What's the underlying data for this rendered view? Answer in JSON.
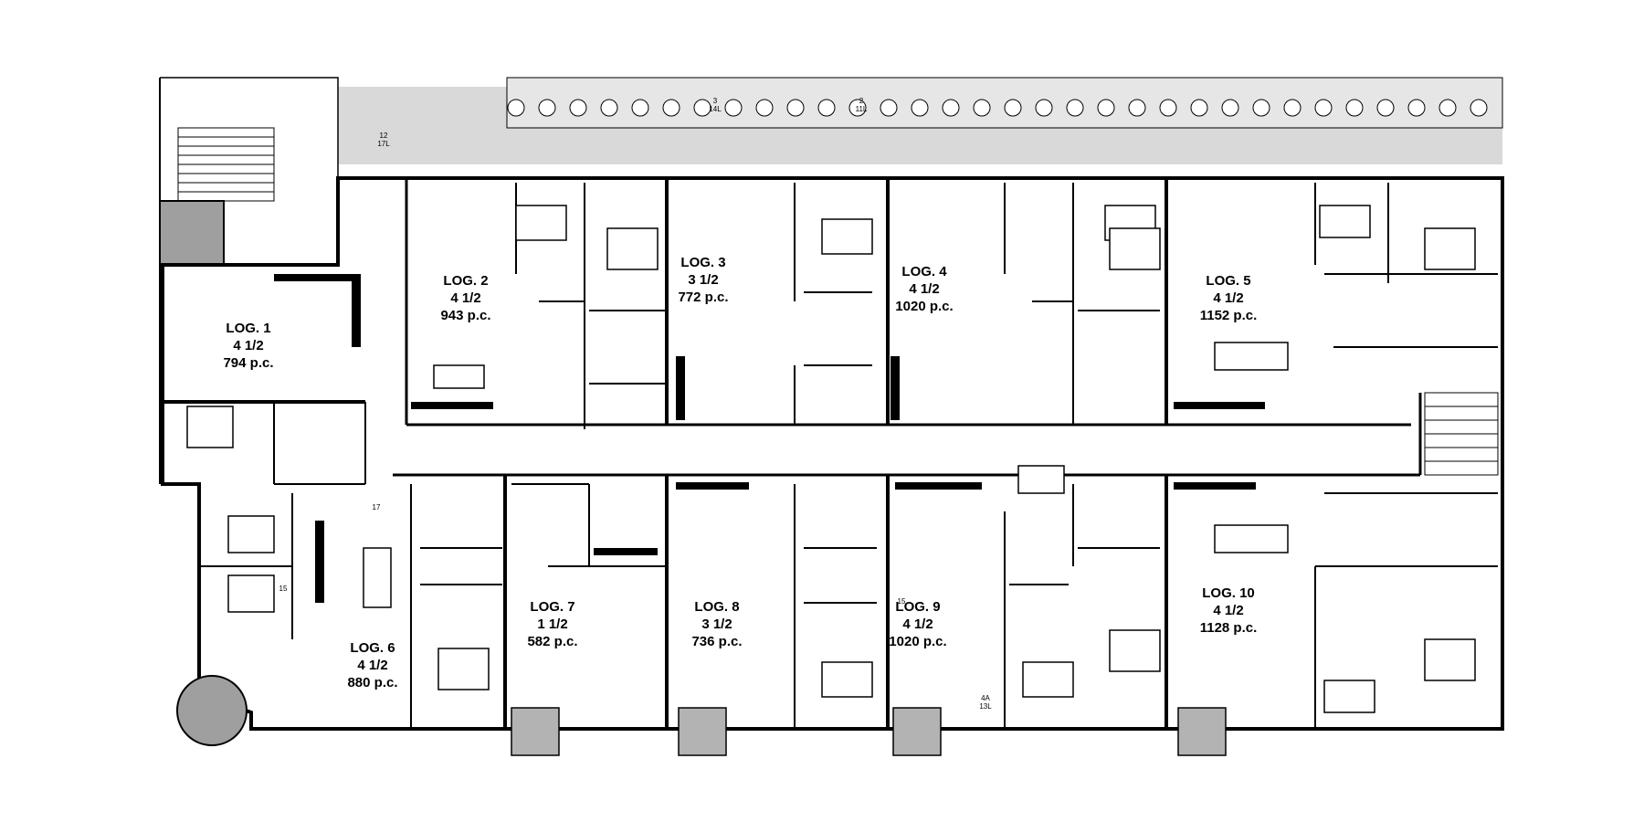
{
  "units": [
    {
      "name": "LOG. 1",
      "rooms": "4 1/2",
      "area": "794 p.c."
    },
    {
      "name": "LOG. 2",
      "rooms": "4 1/2",
      "area": "943 p.c."
    },
    {
      "name": "LOG. 3",
      "rooms": "3 1/2",
      "area": "772 p.c."
    },
    {
      "name": "LOG. 4",
      "rooms": "4 1/2",
      "area": "1020 p.c."
    },
    {
      "name": "LOG. 5",
      "rooms": "4 1/2",
      "area": "1152 p.c."
    },
    {
      "name": "LOG. 6",
      "rooms": "4 1/2",
      "area": "880 p.c."
    },
    {
      "name": "LOG. 7",
      "rooms": "1 1/2",
      "area": "582 p.c."
    },
    {
      "name": "LOG. 8",
      "rooms": "3 1/2",
      "area": "736 p.c."
    },
    {
      "name": "LOG. 9",
      "rooms": "4 1/2",
      "area": "1020 p.c."
    },
    {
      "name": "LOG. 10",
      "rooms": "4 1/2",
      "area": "1128 p.c."
    }
  ],
  "section_tags": [
    {
      "top": "12",
      "bottom": "17L"
    },
    {
      "top": "3",
      "bottom": "14L"
    },
    {
      "top": "2",
      "bottom": "11L"
    },
    {
      "top": "4A",
      "bottom": "13L"
    }
  ],
  "marker_numbers": [
    "17",
    "15",
    "15"
  ],
  "colors": {
    "line": "#000000",
    "terrace": "#d9d9d9",
    "balcony": "#b3b3b3",
    "background": "#ffffff"
  }
}
